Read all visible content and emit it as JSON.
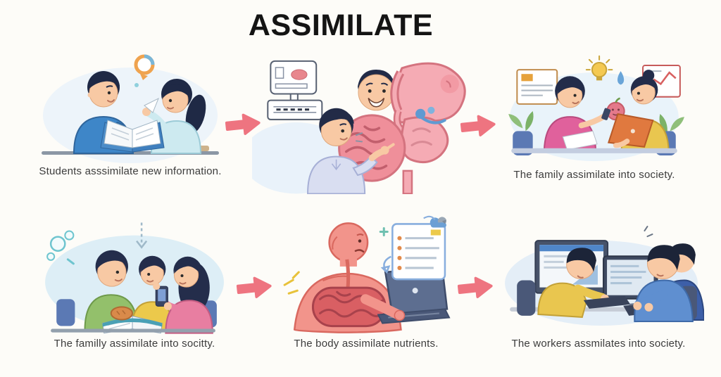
{
  "title": "ASSIMILATE",
  "colors": {
    "background": "#fdfcf8",
    "title": "#141414",
    "caption": "#3c3c3c",
    "arrow": "#ee7480"
  },
  "panels": [
    {
      "name": "students-reading",
      "caption": "Students asssimilate new information."
    },
    {
      "name": "digestive-system",
      "caption": ""
    },
    {
      "name": "family-into-society",
      "caption": "The family assimilate into society."
    },
    {
      "name": "family-into-socitty",
      "caption": "The familly assimilate into socitty."
    },
    {
      "name": "body-nutrients",
      "caption": "The body assimilate nutrients."
    },
    {
      "name": "workers-into-society",
      "caption": "The workers assmilates into society."
    }
  ]
}
